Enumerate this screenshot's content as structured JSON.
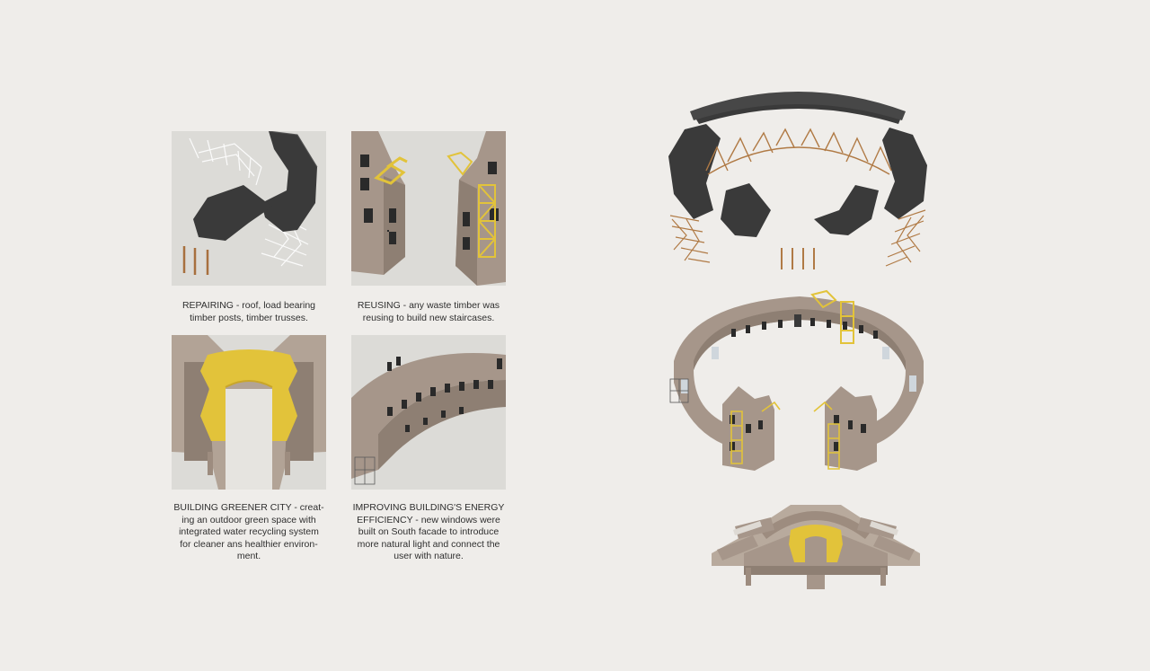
{
  "captions": {
    "repairing": "REPAIRING - roof, load bearing\ntimber posts, timber trusses.",
    "reusing": "REUSING - any waste timber was\nreusing to build new staircases.",
    "greener": "BUILDING GREENER CITY - creat-\ning an outdoor green space with\nintegrated water recycling system\nfor cleaner ans healthier environ-\nment.",
    "energy": "IMPROVING BUILDING'S ENERGY\nEFFICIENCY - new windows were\nbuilt on South facade to introduce\nmore natural light and connect the\nuser with nature."
  },
  "colors": {
    "background": "#efedea",
    "panel": "#dcdbd7",
    "roof": "#3a3a3a",
    "brick": "#a6968a",
    "timber": "#b07a45",
    "highlight": "#e2c33a"
  }
}
